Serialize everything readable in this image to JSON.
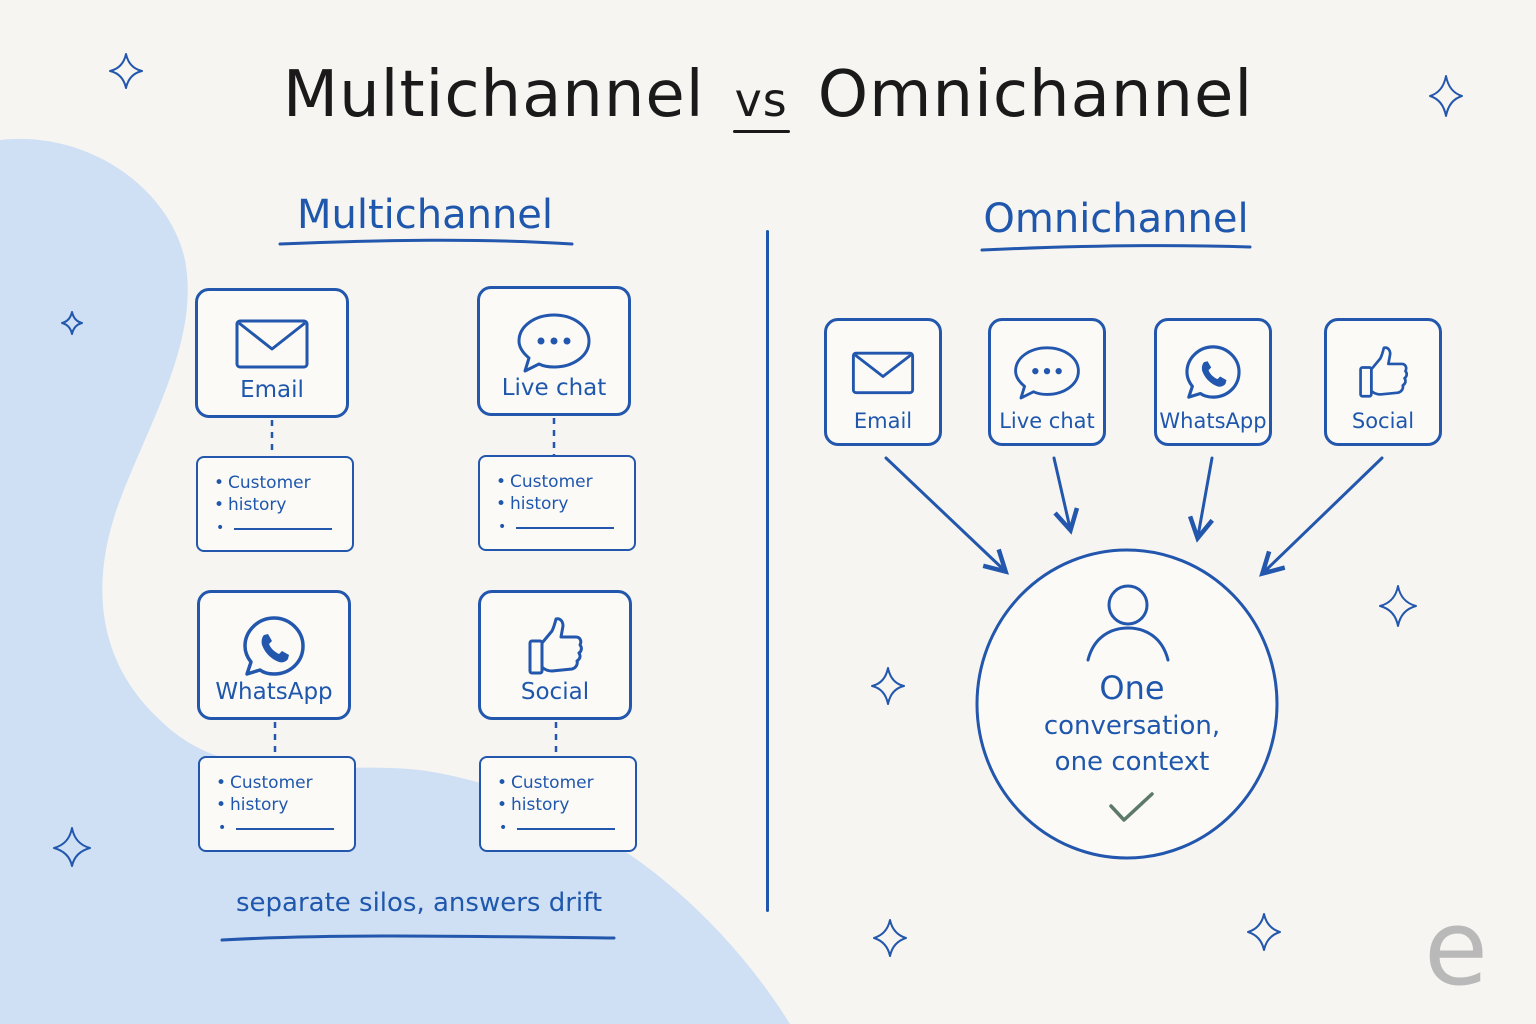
{
  "title": {
    "left": "Multichannel",
    "vs": "vs",
    "right": "Omnichannel"
  },
  "multichannel": {
    "heading": "Multichannel",
    "channels": [
      {
        "label": "Email",
        "icon": "envelope-icon"
      },
      {
        "label": "Live chat",
        "icon": "chat-bubble-icon"
      },
      {
        "label": "WhatsApp",
        "icon": "whatsapp-icon"
      },
      {
        "label": "Social",
        "icon": "thumbs-up-icon"
      }
    ],
    "history": {
      "line1": "Customer",
      "line2": "history"
    },
    "caption": "separate  silos, answers drift"
  },
  "omnichannel": {
    "heading": "Omnichannel",
    "channels": [
      {
        "label": "Email",
        "icon": "envelope-icon"
      },
      {
        "label": "Live chat",
        "icon": "chat-bubble-icon"
      },
      {
        "label": "WhatsApp",
        "icon": "whatsapp-icon"
      },
      {
        "label": "Social",
        "icon": "thumbs-up-icon"
      }
    ],
    "center": {
      "line1": "One",
      "line2": "conversation,",
      "line3": "one context",
      "icon": "checkmark-icon"
    }
  },
  "watermark": "e",
  "colors": {
    "ink": "#1f57ad",
    "blob": "#cfe0f4",
    "background": "#f7f5f1",
    "title": "#1a1a1a",
    "check": "#5d7a69",
    "watermark": "#b9b9b9"
  }
}
